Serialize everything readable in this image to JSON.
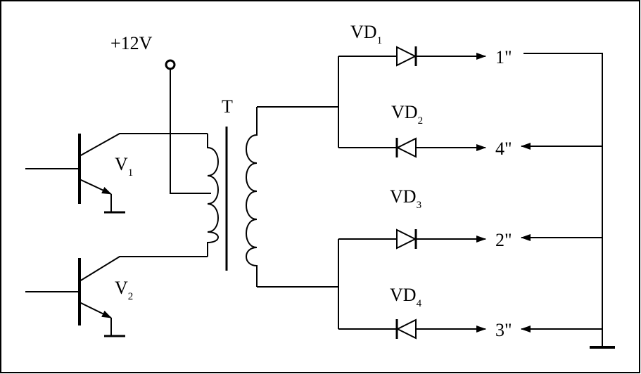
{
  "supply": {
    "label": "+12V"
  },
  "transformer": {
    "label": "T"
  },
  "transistors": [
    {
      "base": "V",
      "sub": "1"
    },
    {
      "base": "V",
      "sub": "2"
    }
  ],
  "diodes": [
    {
      "base": "VD",
      "sub": "1"
    },
    {
      "base": "VD",
      "sub": "2"
    },
    {
      "base": "VD",
      "sub": "3"
    },
    {
      "base": "VD",
      "sub": "4"
    }
  ],
  "outputs": [
    {
      "label": "1\""
    },
    {
      "label": "4\""
    },
    {
      "label": "2\""
    },
    {
      "label": "3\""
    }
  ],
  "colors": {
    "line": "#000000",
    "background": "#ffffff"
  }
}
